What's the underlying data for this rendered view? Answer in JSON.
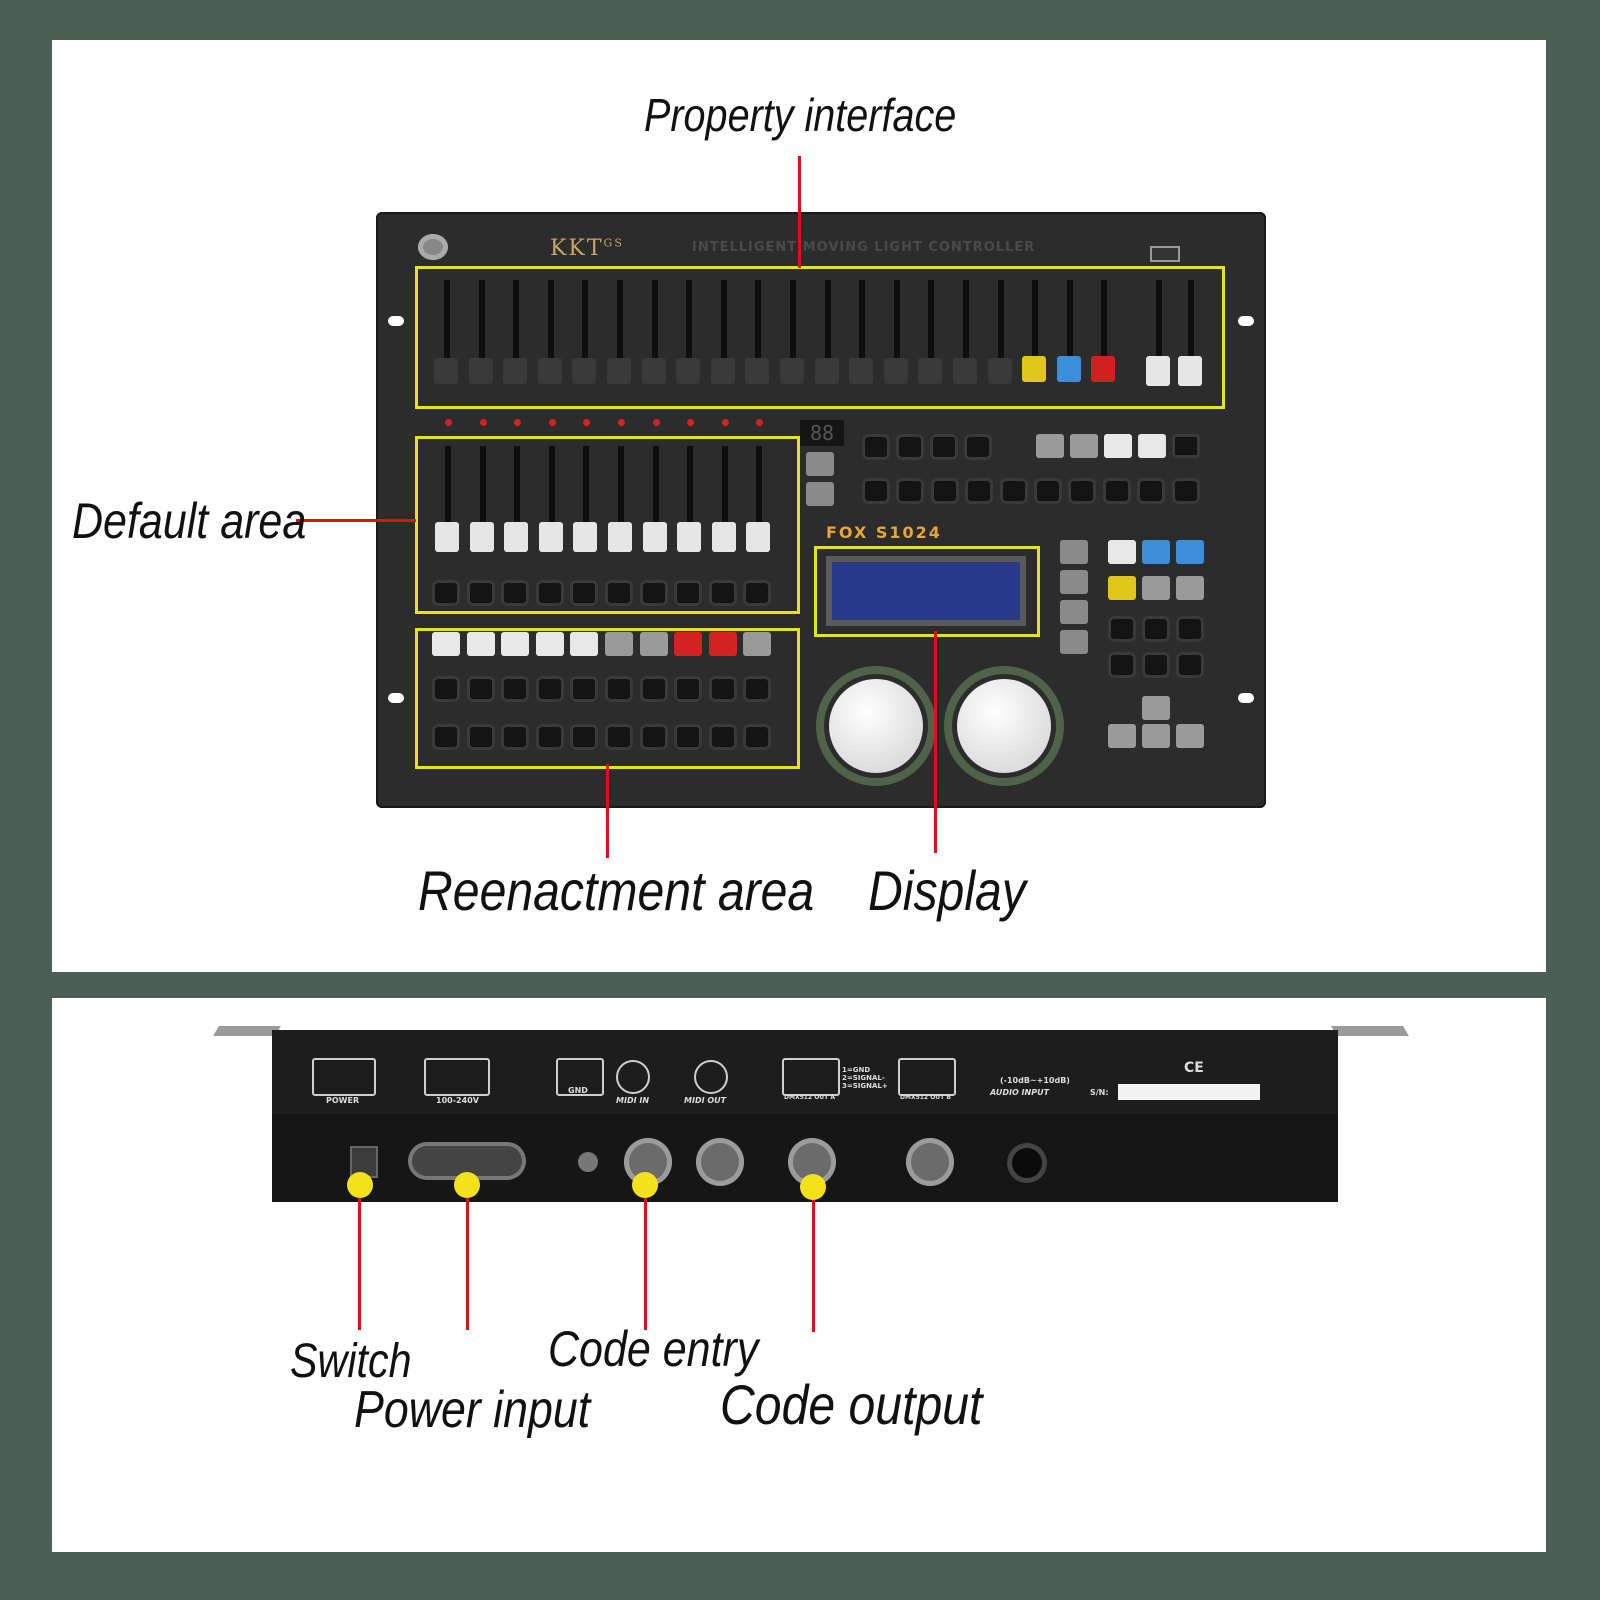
{
  "callouts": {
    "property_interface": "Property interface",
    "default_area": "Default area",
    "reenactment_area": "Reenactment area",
    "display": "Display",
    "switch": "Switch",
    "power_input": "Power input",
    "code_entry": "Code entry",
    "code_output": "Code output"
  },
  "console": {
    "brand": "KKT",
    "brand_mark": "GS",
    "brand_subtitle": "INTELLIGENT MOVING LIGHT CONTROLLER",
    "model": "FOX  S1024",
    "seg_display": "88"
  },
  "rear_panel": {
    "power_label": "POWER",
    "ac_label": "100-240V",
    "gnd_label": "GND",
    "midi_in_label": "MIDI IN",
    "midi_out_label": "MIDI OUT",
    "dmx_out_a_label": "DMX512 OUT A",
    "dmx_out_b_label": "DMX512 OUT B",
    "pinout": "1=GND 2=SIGNAL- 3=SIGNAL+",
    "audio_range": "(-10dB~+10dB)",
    "audio_label": "AUDIO INPUT",
    "sn_label": "S/N:",
    "cert_label": "CE"
  },
  "colors": {
    "background": "#4c5f57",
    "highlight_box": "#e8e21c",
    "callout_line": "#e01010",
    "console_body": "#2b2c2b"
  }
}
